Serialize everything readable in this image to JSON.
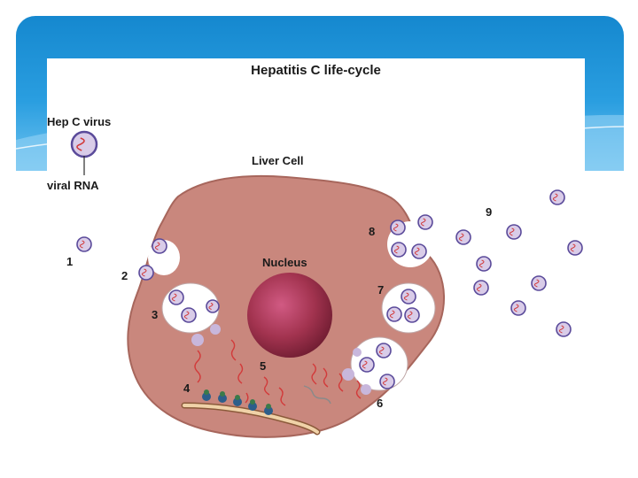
{
  "diagram": {
    "title": "Hepatitis C life-cycle",
    "labels": {
      "virus": "Hep C virus",
      "viral_rna": "viral RNA",
      "liver_cell": "Liver Cell",
      "nucleus": "Nucleus"
    },
    "steps": [
      "1",
      "2",
      "3",
      "4",
      "5",
      "6",
      "7",
      "8",
      "9"
    ]
  },
  "colors": {
    "header_blue": "#1588cf",
    "cell_fill": "#c9877d",
    "cell_outline": "#a7665c",
    "nucleus": "#8f2a44",
    "virus_ring": "#5a4a9a",
    "virus_fill": "#d9cce8",
    "rna_red": "#d23a3a",
    "er_tan": "#f0d2a8"
  }
}
